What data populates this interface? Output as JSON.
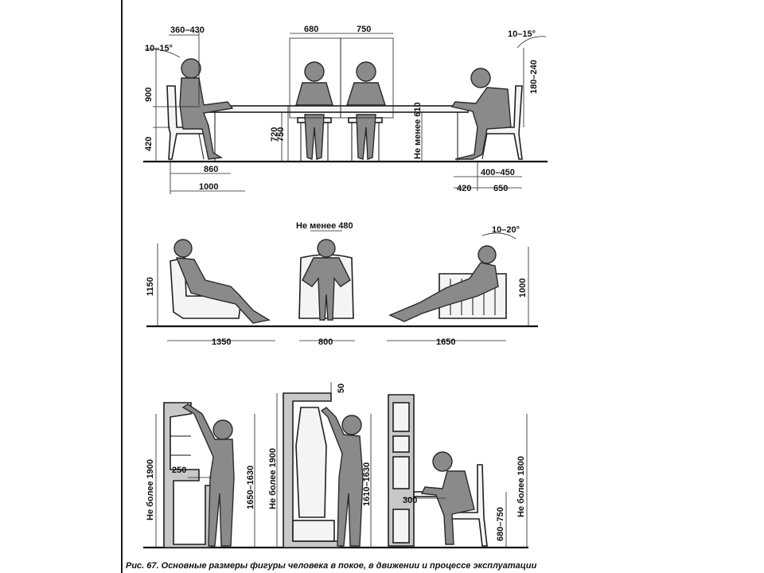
{
  "caption": "Рис. 67. Основные размеры фигуры человека в покое, в движении и процессе эксплуатации",
  "row1": {
    "left_angle": "10–15°",
    "left_width": "360–430",
    "left_height_table": "900",
    "left_height_seat": "420",
    "left_depth_short": "860",
    "left_depth_long": "1000",
    "center_width_a": "680",
    "center_width_b": "750",
    "center_height_a": "720",
    "center_height_b": "750",
    "center_clearance": "Не менее 610",
    "right_angle": "10–15°",
    "right_height": "180–240",
    "right_depth_a": "400–450",
    "right_depth_b": "420",
    "right_depth_c": "650"
  },
  "row2": {
    "left_height": "1150",
    "left_depth": "1350",
    "center_width_min": "Не менее 480",
    "center_width": "800",
    "right_angle": "10–20°",
    "right_height": "1000",
    "right_depth": "1650"
  },
  "row3": {
    "shelf_depth": "250",
    "height_max_a": "Не более 1900",
    "reach_a": "1650–1630",
    "wardrobe_gap": "50",
    "height_max_b": "Не более 1900",
    "reach_b": "1610–1630",
    "desk_depth": "300",
    "height_max_c": "Не более 1800",
    "desk_height": "680–750"
  }
}
